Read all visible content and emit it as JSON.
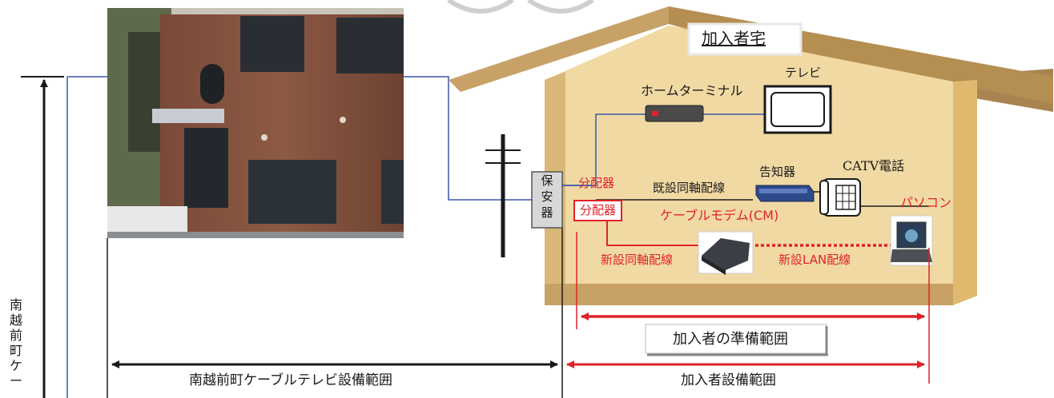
{
  "house": {
    "title": "加入者宅",
    "home_terminal": "ホームターミナル",
    "tv": "テレビ",
    "protector": [
      "保",
      "安",
      "器"
    ],
    "splitter_existing": "分配器",
    "splitter_new": "分配器",
    "existing_coax": "既設同軸配線",
    "notifier": "告知器",
    "catv_phone": "CATV電話",
    "cable_modem": "ケーブルモデム(CM)",
    "pc": "パソコン",
    "new_coax": "新設同軸配線",
    "new_lan": "新設LAN配線"
  },
  "ranges": {
    "subscriber_prep": "加入者の準備範囲",
    "town_cable_tv": "南越前町ケーブルテレビ設備範囲",
    "subscriber_equipment": "加入者設備範囲"
  },
  "vertical_label": "南越前町ケー",
  "colors": {
    "red": "#e0222a",
    "wire_blue": "#3b57a8",
    "house_wall": "#f1d9a4",
    "roof": "#b58e52",
    "wall_shade": "#e0b96f"
  },
  "icons": [
    "building-photo",
    "utility-pole",
    "home-terminal-device",
    "tv-icon",
    "notifier-device",
    "phone-icon",
    "cable-modem-device",
    "laptop-icon"
  ]
}
